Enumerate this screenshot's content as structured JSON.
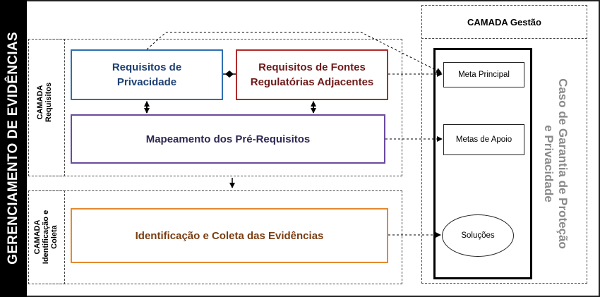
{
  "side_title": "GERENCIAMENTO DE EVIDÊNCIAS",
  "layers": {
    "requisitos": {
      "label_line1": "CAMADA",
      "label_line2": "Requisitos"
    },
    "identificacao": {
      "label_line1": "CAMADA",
      "label_line2": "Identificação e",
      "label_line3": "Coleta"
    },
    "gestao": {
      "title": "CAMADA Gestão"
    }
  },
  "boxes": {
    "privacidade": {
      "line1": "Requisitos de",
      "line2": "Privacidade",
      "color": "#2e6fb0"
    },
    "fontes": {
      "line1": "Requisitos de Fontes",
      "line2": "Regulatórias Adjacentes",
      "color": "#b02a2a"
    },
    "mapeamento": {
      "text": "Mapeamento dos Pré-Requisitos",
      "color": "#6a4a9c"
    },
    "coleta": {
      "text": "Identificação e Coleta das Evidências",
      "color": "#e38a2e",
      "text_color": "#7a3d12"
    }
  },
  "gestao_items": {
    "meta_principal": "Meta Principal",
    "metas_apoio": "Metas de Apoio",
    "solucoes": "Soluções"
  },
  "case_title": {
    "line1": "Caso de Garantia de Proteção",
    "line2": "e Privacidade"
  }
}
